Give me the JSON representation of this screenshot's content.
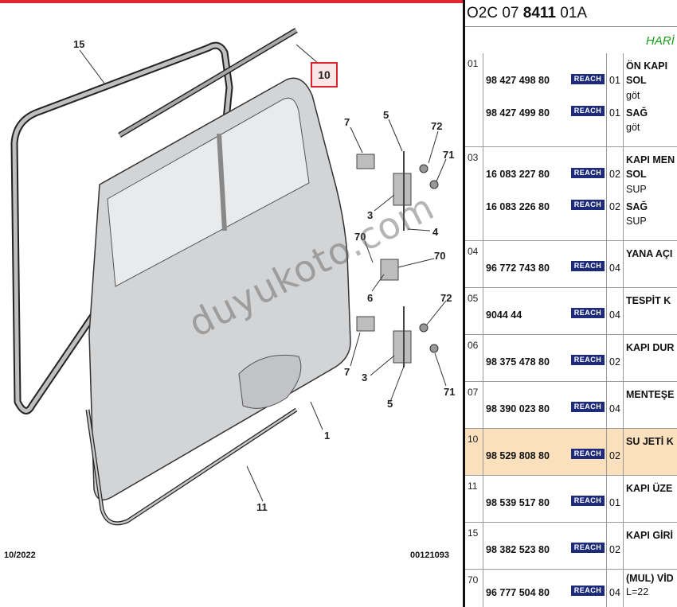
{
  "diagram": {
    "callouts": [
      "15",
      "10",
      "7",
      "5",
      "72",
      "71",
      "3",
      "4",
      "70",
      "70",
      "6",
      "72",
      "7",
      "3",
      "71",
      "5",
      "1",
      "11"
    ],
    "date": "10/2022",
    "drawing_id": "00121093",
    "watermark": "duyukoto.com"
  },
  "table": {
    "reference": {
      "prefix": "O2C 07 ",
      "bold": "8411",
      "suffix": " 01A"
    },
    "header_text": "HARİ",
    "reach_label": "REACH",
    "rows": [
      {
        "idx": "01",
        "parts": [
          {
            "pn": "98 427 498 80",
            "qty": "01",
            "desc": "SOL",
            "sub": "göt"
          },
          {
            "pn": "98 427 499 80",
            "qty": "01",
            "desc": "SAĞ",
            "sub": "göt"
          }
        ],
        "title": "ÖN KAPI"
      },
      {
        "idx": "03",
        "parts": [
          {
            "pn": "16 083 227 80",
            "qty": "02",
            "desc": "SOL",
            "sub": "SUP"
          },
          {
            "pn": "16 083 226 80",
            "qty": "02",
            "desc": "SAĞ",
            "sub": "SUP"
          }
        ],
        "title": "KAPI MEN"
      },
      {
        "idx": "04",
        "pn": "96 772 743 80",
        "qty": "04",
        "title": "YANA AÇI"
      },
      {
        "idx": "05",
        "pn": "9044 44",
        "qty": "04",
        "title": "TESPİT K"
      },
      {
        "idx": "06",
        "pn": "98 375 478 80",
        "qty": "02",
        "title": "KAPI DUR"
      },
      {
        "idx": "07",
        "pn": "98 390 023 80",
        "qty": "04",
        "title": "MENTEŞE"
      },
      {
        "idx": "10",
        "pn": "98 529 808 80",
        "qty": "02",
        "title": "SU JETİ K"
      },
      {
        "idx": "11",
        "pn": "98 539 517 80",
        "qty": "01",
        "title": "KAPI ÜZE"
      },
      {
        "idx": "15",
        "pn": "98 382 523 80",
        "qty": "02",
        "title": "KAPI GİRİ"
      },
      {
        "idx": "70",
        "pn": "96 777 504 80",
        "qty": "04",
        "title": "(MUL) VİD",
        "sub": "L=22"
      }
    ]
  },
  "colors": {
    "accent": "#e0262e",
    "highlight_row": "#fbe0bd",
    "header_green": "#1d9b1d",
    "reach_badge": "#1d2b7a"
  }
}
